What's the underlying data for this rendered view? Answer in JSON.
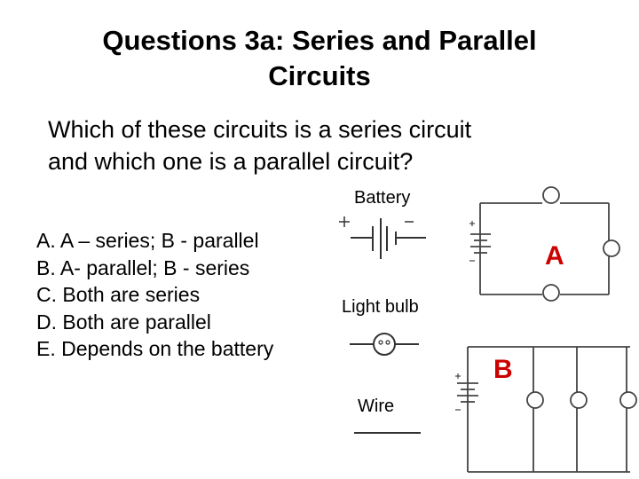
{
  "slide": {
    "title_line1": "Questions 3a: Series and Parallel",
    "title_line2": "Circuits",
    "question_line1": "Which of these circuits is a series circuit",
    "question_line2": "and which one is a parallel circuit?",
    "options": [
      "A.  A – series; B - parallel",
      "B.  A- parallel; B - series",
      "C. Both are series",
      "D. Both are parallel",
      "E. Depends on the battery"
    ]
  },
  "legend": {
    "battery_label": "Battery",
    "light_bulb_label": "Light bulb",
    "wire_label": "Wire"
  },
  "circuits": {
    "circuit_a_label": "A",
    "circuit_b_label": "B",
    "label_color": "#cc0000"
  }
}
